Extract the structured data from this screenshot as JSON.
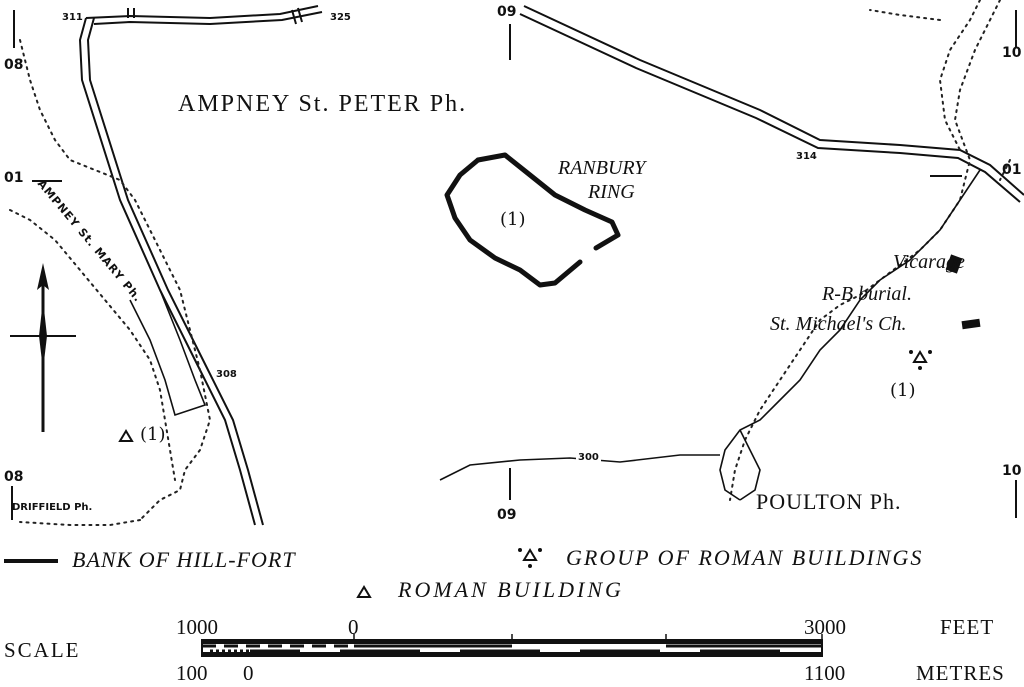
{
  "parishes": {
    "ampney_st_peter": "AMPNEY St. PETER Ph.",
    "ampney_st_mary": "AMPNEY St. MARY Ph.",
    "driffield": "DRIFFIELD Ph.",
    "poulton": "POULTON Ph."
  },
  "site": {
    "name_line1": "RANBURY",
    "name_line2": "RING",
    "number": "(1)"
  },
  "features": {
    "vicarage": "Vicarage",
    "rb_burial": "R-B burial.",
    "st_michaels": "St. Michael's Ch.",
    "roman_building_ref": "(1)",
    "roman_group_ref": "(1)"
  },
  "heights": {
    "h311": "311",
    "h325": "325",
    "h314": "314",
    "h308": "308",
    "h300": "300"
  },
  "grid": {
    "n08_top": "08",
    "n01_left": "01",
    "n08_bottom": "08",
    "n09_top": "09",
    "n09_bottom": "09",
    "n10_top": "10",
    "n01_right": "01",
    "n10_bottom": "10"
  },
  "legend": {
    "bank": "BANK OF HILL-FORT",
    "group": "GROUP OF ROMAN BUILDINGS",
    "roman": "ROMAN BUILDING"
  },
  "scale": {
    "label": "SCALE",
    "feet_left": "1000",
    "feet_zero": "0",
    "feet_right": "3000",
    "feet_unit": "FEET",
    "metres_left": "100",
    "metres_zero": "0",
    "metres_right": "1100",
    "metres_unit": "METRES"
  }
}
